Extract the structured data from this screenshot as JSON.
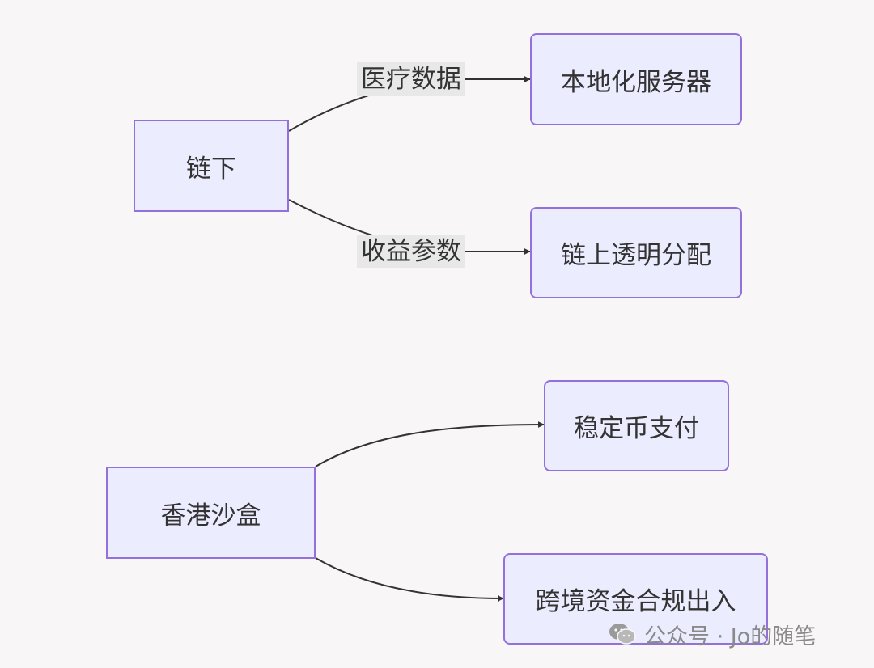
{
  "diagram": {
    "groups": [
      {
        "source": "链下",
        "edges": [
          {
            "label": "医疗数据",
            "target": "本地化服务器"
          },
          {
            "label": "收益参数",
            "target": "链上透明分配"
          }
        ]
      },
      {
        "source": "香港沙盒",
        "edges": [
          {
            "label": "",
            "target": "稳定币支付"
          },
          {
            "label": "",
            "target": "跨境资金合规出入"
          }
        ]
      }
    ]
  },
  "colors": {
    "background": "#f8f6f7",
    "node_fill": "#ececff",
    "node_border": "#9370db",
    "edge": "#333333",
    "label_bg": "#e8e8e8"
  },
  "watermark": {
    "icon": "wechat-icon",
    "text": "公众号 · Jo的随笔"
  }
}
